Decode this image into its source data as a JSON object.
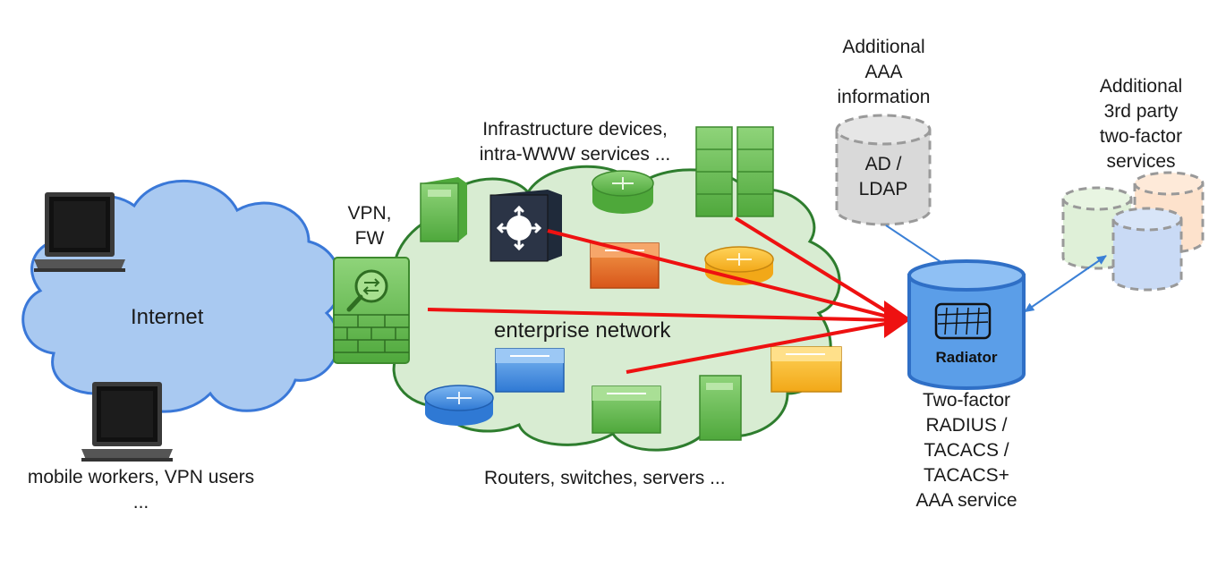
{
  "labels": {
    "internet": "Internet",
    "mobile_users": [
      "mobile workers, VPN users",
      "..."
    ],
    "vpn_fw": [
      "VPN,",
      "FW"
    ],
    "infrastructure": [
      "Infrastructure devices,",
      "intra-WWW services ..."
    ],
    "enterprise": "enterprise network",
    "routers": "Routers, switches, servers ...",
    "aaa_info": [
      "Additional",
      "AAA",
      "information"
    ],
    "ad_ldap": [
      "AD /",
      "LDAP"
    ],
    "third_party": [
      "Additional",
      "3rd party",
      "two-factor",
      "services"
    ],
    "radiator": "Radiator",
    "two_factor": [
      "Two-factor",
      "RADIUS /",
      "TACACS /",
      "TACACS+",
      "AAA service"
    ]
  },
  "colors": {
    "internet_cloud": "#a8c8f0",
    "internet_outline": "#3a78d8",
    "enterprise_cloud": "#d6eccf",
    "enterprise_outline": "#2e7d2e",
    "arrow": "#ee1111",
    "link": "#4a90d9",
    "radiator_db": "#5b9ee8"
  },
  "icons": [
    "laptop-icon",
    "firewall-icon",
    "server-icon",
    "core-switch-icon",
    "router-icon",
    "switch-icon",
    "database-icon"
  ]
}
